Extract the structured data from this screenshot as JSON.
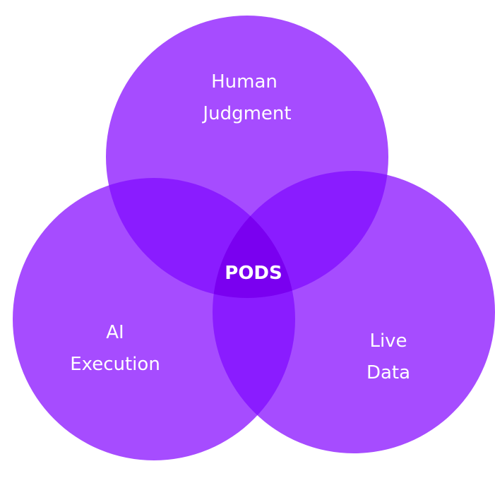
{
  "diagram": {
    "fill_color": "#a64cff",
    "overlap_color": "#8a1cff",
    "center_color": "#7a00f0",
    "label_color": "#ffffff",
    "circles": {
      "top": {
        "line1": "Human",
        "line2": "Judgment"
      },
      "left": {
        "line1": "AI",
        "line2": "Execution"
      },
      "right": {
        "line1": "Live",
        "line2": "Data"
      }
    },
    "center_label": "PODS"
  }
}
